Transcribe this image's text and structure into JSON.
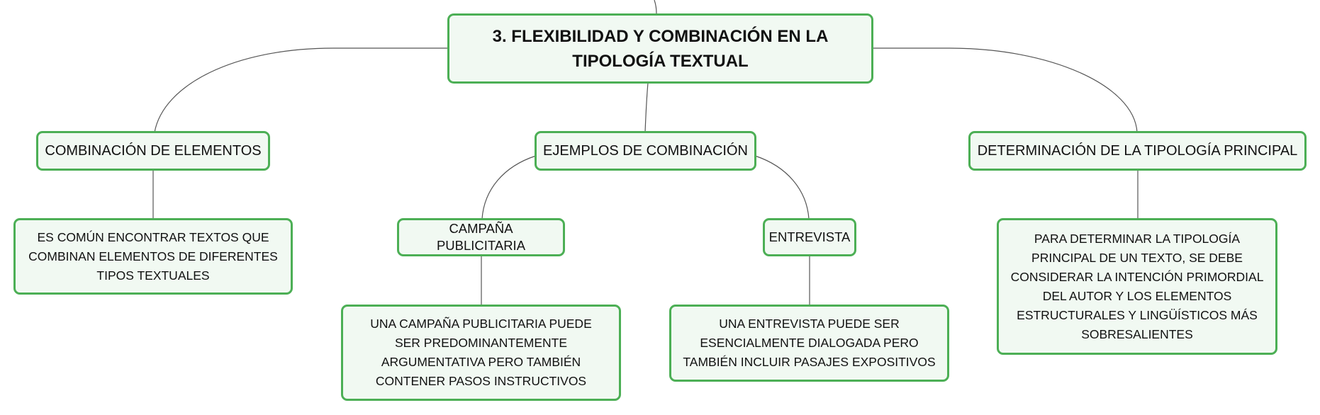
{
  "diagram": {
    "root": {
      "label": "3. FLEXIBILIDAD Y COMBINACIÓN EN LA TIPOLOGÍA TEXTUAL"
    },
    "branches": [
      {
        "label": "COMBINACIÓN DE ELEMENTOS",
        "children": [
          {
            "label": "ES COMÚN ENCONTRAR TEXTOS QUE COMBINAN ELEMENTOS DE DIFERENTES TIPOS TEXTUALES"
          }
        ]
      },
      {
        "label": "EJEMPLOS DE COMBINACIÓN",
        "children": [
          {
            "label": "CAMPAÑA PUBLICITARIA",
            "children": [
              {
                "label": "UNA CAMPAÑA PUBLICITARIA PUEDE SER PREDOMINANTEMENTE ARGUMENTATIVA PERO TAMBIÉN CONTENER PASOS INSTRUCTIVOS"
              }
            ]
          },
          {
            "label": "ENTREVISTA",
            "children": [
              {
                "label": "UNA ENTREVISTA PUEDE SER ESENCIALMENTE DIALOGADA PERO TAMBIÉN INCLUIR PASAJES EXPOSITIVOS"
              }
            ]
          }
        ]
      },
      {
        "label": "DETERMINACIÓN DE LA TIPOLOGÍA PRINCIPAL",
        "children": [
          {
            "label": "PARA DETERMINAR LA TIPOLOGÍA PRINCIPAL DE UN TEXTO, SE DEBE CONSIDERAR LA INTENCIÓN PRIMORDIAL DEL AUTOR Y LOS ELEMENTOS ESTRUCTURALES Y LINGÜÍSTICOS MÁS SOBRESALIENTES"
          }
        ]
      }
    ]
  }
}
